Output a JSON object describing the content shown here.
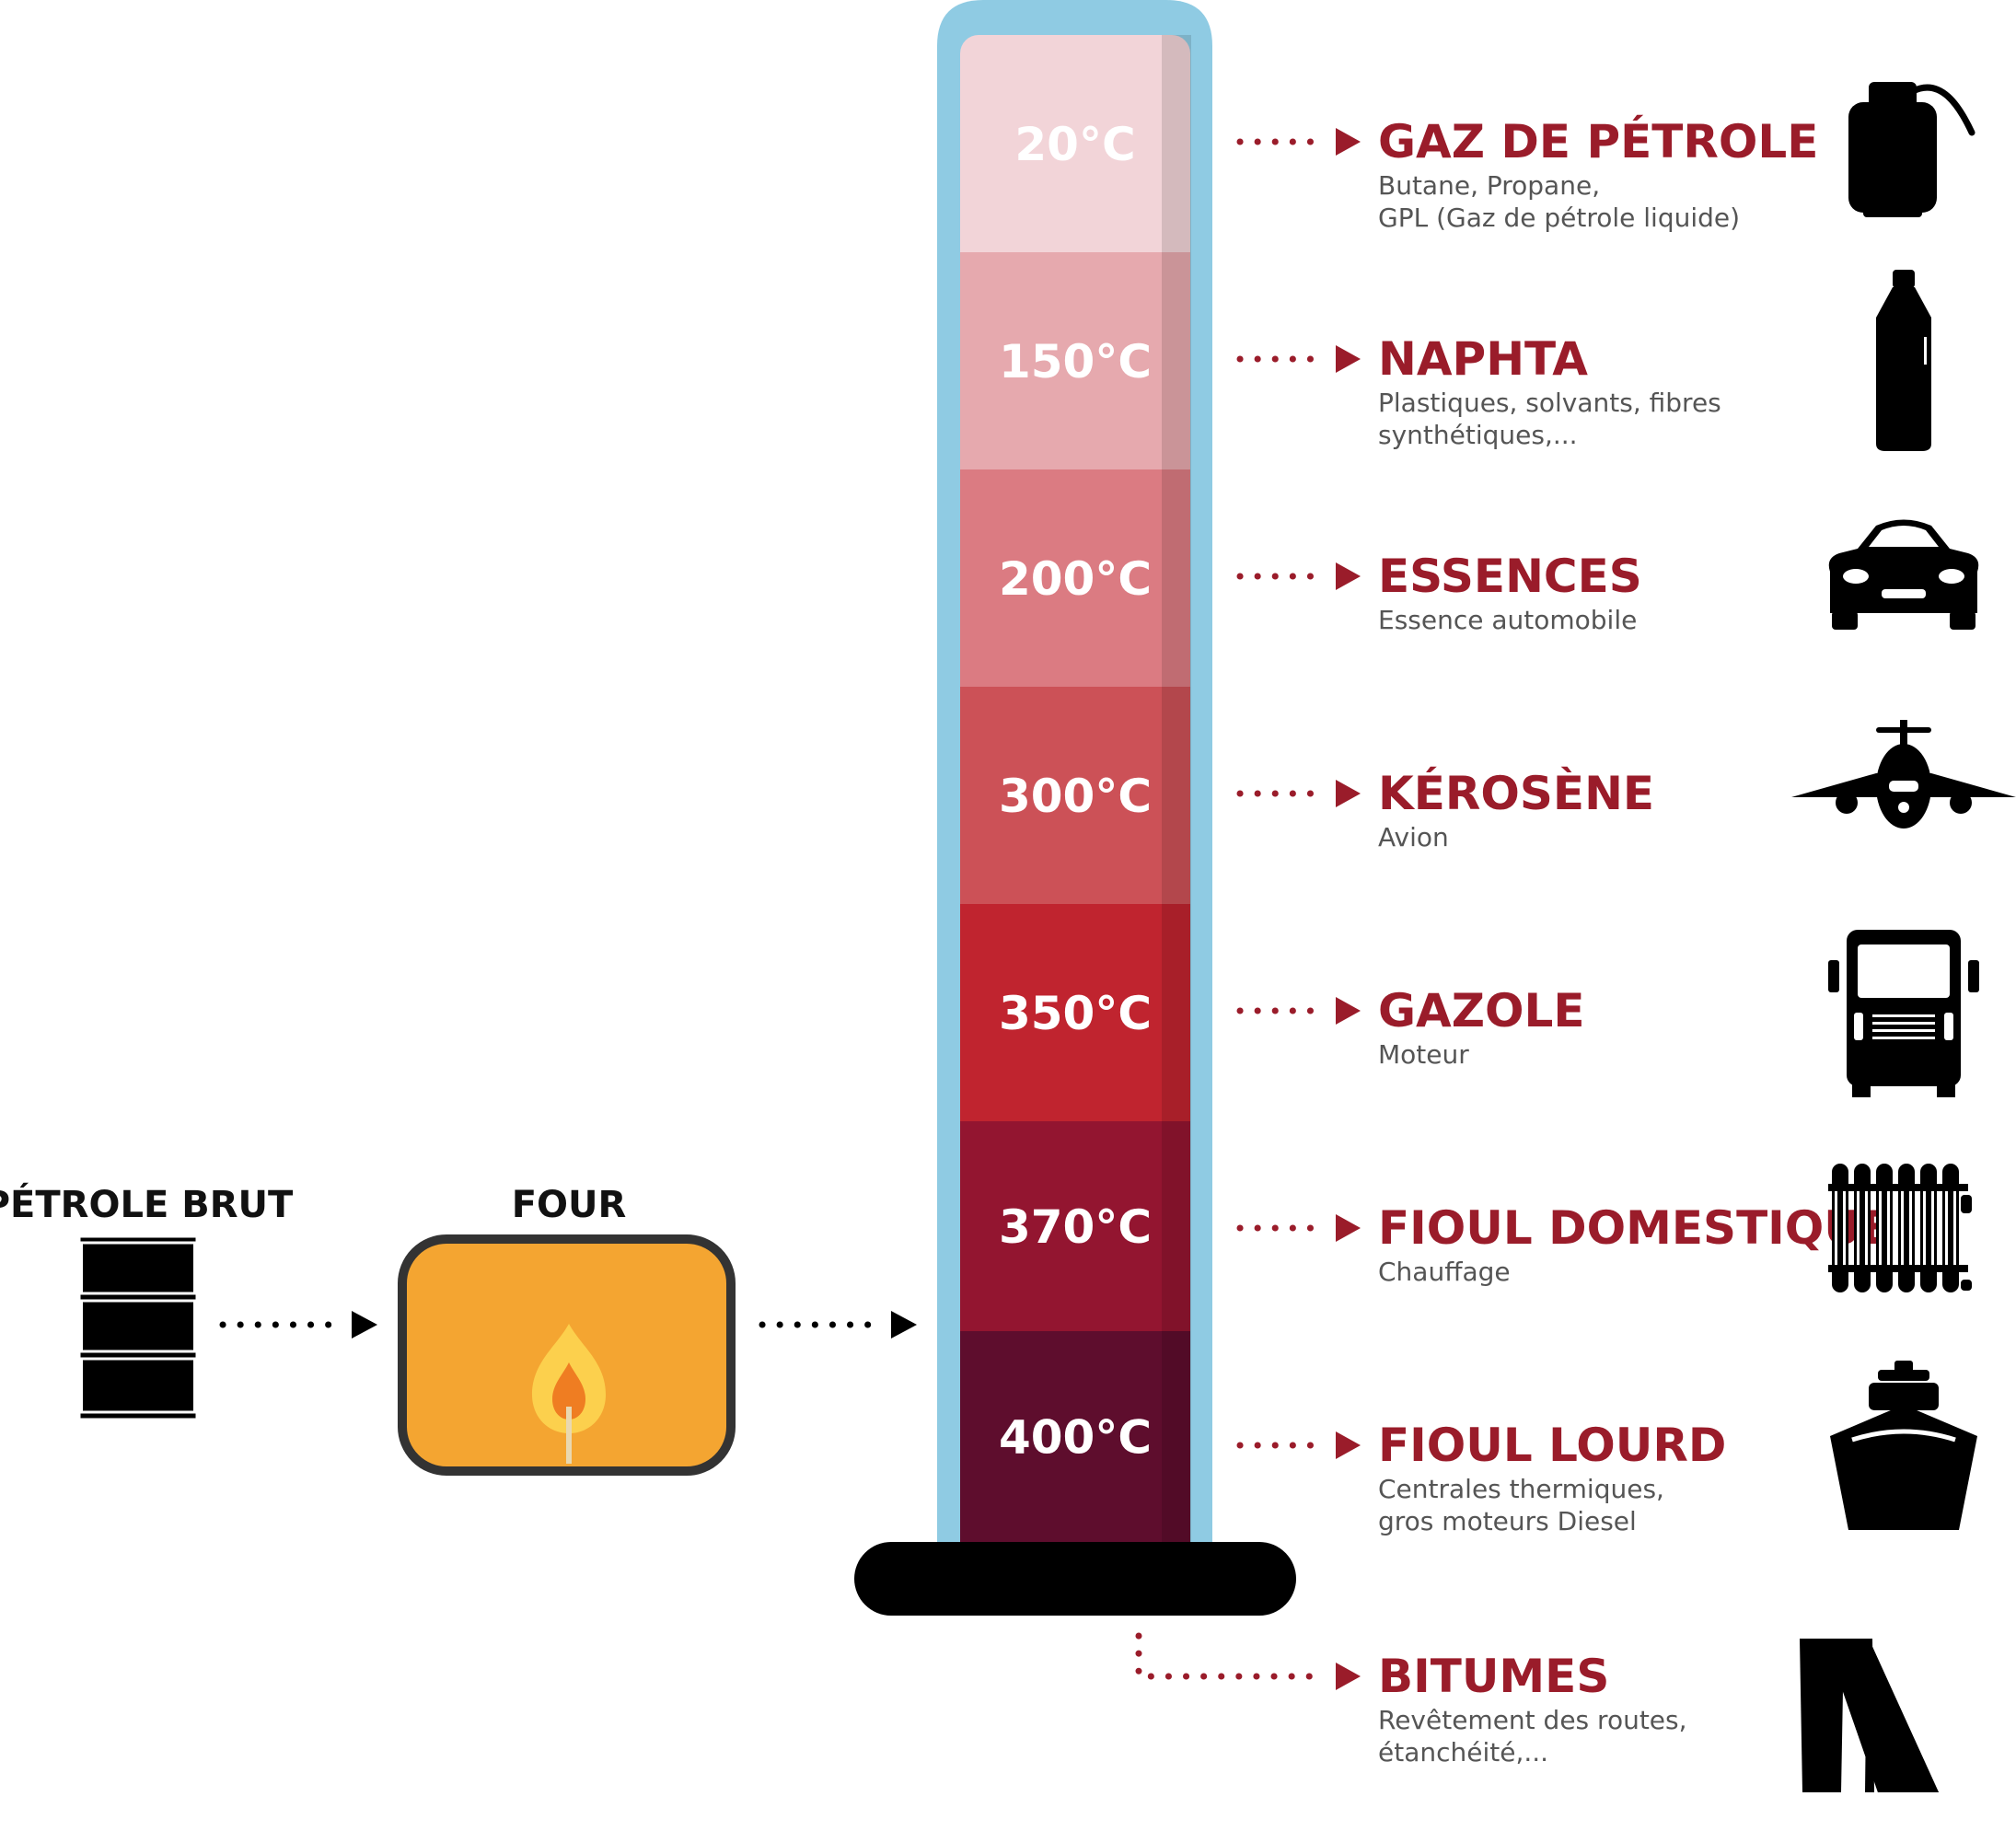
{
  "input": {
    "label": "PÉTROLE BRUT",
    "icon": "oil-barrel-icon"
  },
  "furnace": {
    "label": "FOUR",
    "icon": "flame-icon",
    "color": "#f4a531"
  },
  "fractions": [
    {
      "temp": "20°C",
      "name": "GAZ DE PÉTROLE",
      "desc": [
        "Butane, Propane,",
        "GPL (Gaz de pétrole liquide)"
      ],
      "color": "#f2d4d8",
      "icon": "gas-cylinder-icon"
    },
    {
      "temp": "150°C",
      "name": "NAPHTA",
      "desc": [
        "Plastiques, solvants, fibres",
        "synthétiques,..."
      ],
      "color": "#e6a9ae",
      "icon": "plastic-bottle-icon"
    },
    {
      "temp": "200°C",
      "name": "ESSENCES",
      "desc": [
        "Essence automobile"
      ],
      "color": "#db7b82",
      "icon": "car-icon"
    },
    {
      "temp": "300°C",
      "name": "KÉROSÈNE",
      "desc": [
        "Avion"
      ],
      "color": "#cc5157",
      "icon": "airplane-icon"
    },
    {
      "temp": "350°C",
      "name": "GAZOLE",
      "desc": [
        "Moteur"
      ],
      "color": "#c0242f",
      "icon": "truck-icon"
    },
    {
      "temp": "370°C",
      "name": "FIOUL DOMESTIQUE",
      "desc": [
        "Chauffage"
      ],
      "color": "#931530",
      "icon": "radiator-icon"
    },
    {
      "temp": "400°C",
      "name": "FIOUL LOURD",
      "desc": [
        "Centrales thermiques,",
        "gros moteurs Diesel"
      ],
      "color": "#5e0d2d",
      "icon": "ship-icon"
    }
  ],
  "residue": {
    "name": "BITUMES",
    "desc": [
      "Revêtement des routes,",
      "étanchéité,..."
    ],
    "icon": "road-icon"
  },
  "colors": {
    "heading": "#9a1c2a",
    "tube": "#8fcbe3",
    "base": "#000000"
  }
}
